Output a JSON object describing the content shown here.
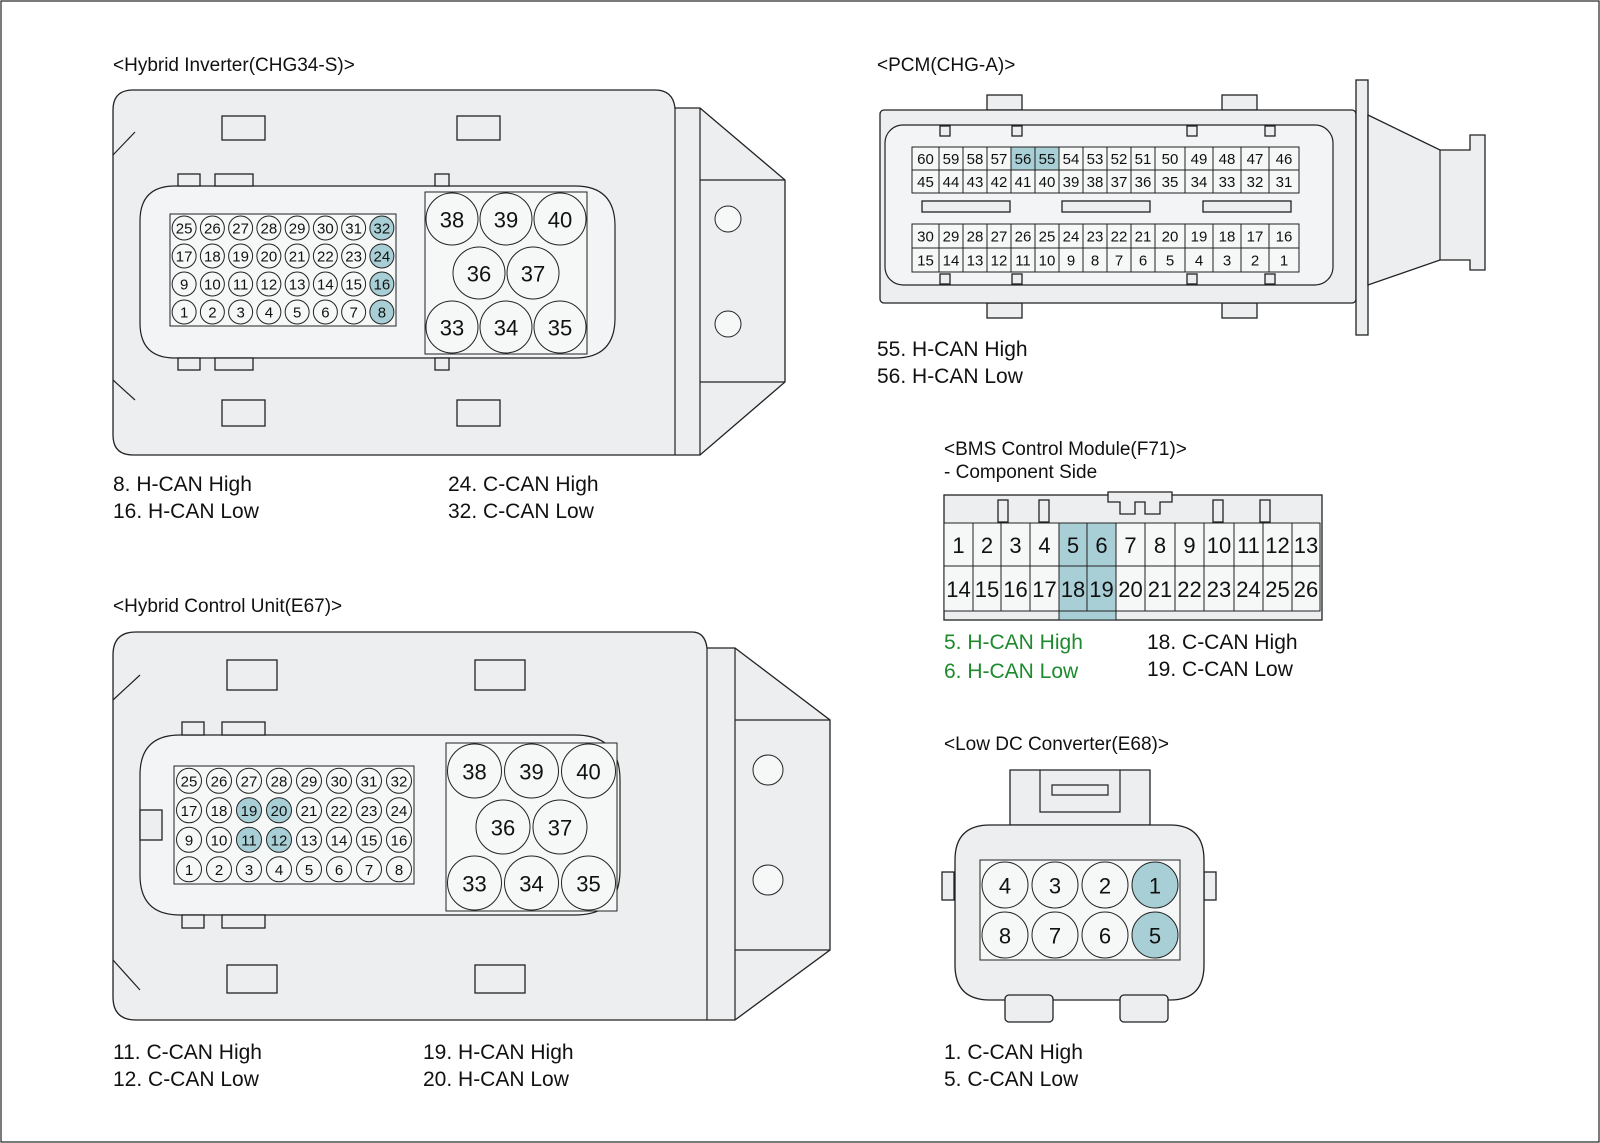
{
  "colors": {
    "highlight": "#a9cfd6",
    "body": "#eceef0",
    "pin": "#f6f7f7",
    "green_label": "#1e8a2e",
    "text": "#111111"
  },
  "connectors": {
    "hybrid_inverter": {
      "title": "<Hybrid Inverter(CHG34-S)>",
      "small_rows": [
        [
          25,
          26,
          27,
          28,
          29,
          30,
          31,
          32
        ],
        [
          17,
          18,
          19,
          20,
          21,
          22,
          23,
          24
        ],
        [
          9,
          10,
          11,
          12,
          13,
          14,
          15,
          16
        ],
        [
          1,
          2,
          3,
          4,
          5,
          6,
          7,
          8
        ]
      ],
      "large_rows": [
        [
          38,
          39,
          40
        ],
        [
          36,
          37
        ],
        [
          33,
          34,
          35
        ]
      ],
      "highlighted": [
        32,
        24,
        16,
        8
      ],
      "notes_left": [
        "8. H-CAN High",
        "16. H-CAN Low"
      ],
      "notes_right": [
        "24. C-CAN High",
        "32. C-CAN Low"
      ]
    },
    "hybrid_control_unit": {
      "title": "<Hybrid Control Unit(E67)>",
      "small_rows": [
        [
          25,
          26,
          27,
          28,
          29,
          30,
          31,
          32
        ],
        [
          17,
          18,
          19,
          20,
          21,
          22,
          23,
          24
        ],
        [
          9,
          10,
          11,
          12,
          13,
          14,
          15,
          16
        ],
        [
          1,
          2,
          3,
          4,
          5,
          6,
          7,
          8
        ]
      ],
      "large_rows": [
        [
          38,
          39,
          40
        ],
        [
          36,
          37
        ],
        [
          33,
          34,
          35
        ]
      ],
      "highlighted": [
        19,
        20,
        11,
        12
      ],
      "notes_left": [
        "11. C-CAN High",
        "12. C-CAN Low"
      ],
      "notes_right": [
        "19. H-CAN High",
        "20. H-CAN Low"
      ]
    },
    "pcm": {
      "title": "<PCM(CHG-A)>",
      "top_rows": [
        [
          60,
          59,
          58,
          57,
          56,
          55,
          54,
          53,
          52,
          51,
          50,
          49,
          48,
          47,
          46
        ],
        [
          45,
          44,
          43,
          42,
          41,
          40,
          39,
          38,
          37,
          36,
          35,
          34,
          33,
          32,
          31
        ]
      ],
      "bottom_rows": [
        [
          30,
          29,
          28,
          27,
          26,
          25,
          24,
          23,
          22,
          21,
          20,
          19,
          18,
          17,
          16
        ],
        [
          15,
          14,
          13,
          12,
          11,
          10,
          9,
          8,
          7,
          6,
          5,
          4,
          3,
          2,
          1
        ]
      ],
      "highlighted": [
        56,
        55
      ],
      "notes": [
        "55. H-CAN High",
        "56. H-CAN Low"
      ]
    },
    "bms": {
      "title": "<BMS Control Module(F71)>",
      "subtitle": "- Component Side",
      "rows": [
        [
          1,
          2,
          3,
          4,
          5,
          6,
          7,
          8,
          9,
          10,
          11,
          12,
          13
        ],
        [
          14,
          15,
          16,
          17,
          18,
          19,
          20,
          21,
          22,
          23,
          24,
          25,
          26
        ]
      ],
      "highlighted": [
        5,
        6,
        18,
        19
      ],
      "notes_left": [
        "5. H-CAN High",
        "6. H-CAN Low"
      ],
      "notes_right": [
        "18. C-CAN High",
        "19. C-CAN Low"
      ]
    },
    "ldc": {
      "title": "<Low DC Converter(E68)>",
      "rows": [
        [
          4,
          3,
          2,
          1
        ],
        [
          8,
          7,
          6,
          5
        ]
      ],
      "highlighted": [
        1,
        5
      ],
      "notes": [
        "1. C-CAN High",
        "5. C-CAN Low"
      ]
    }
  }
}
